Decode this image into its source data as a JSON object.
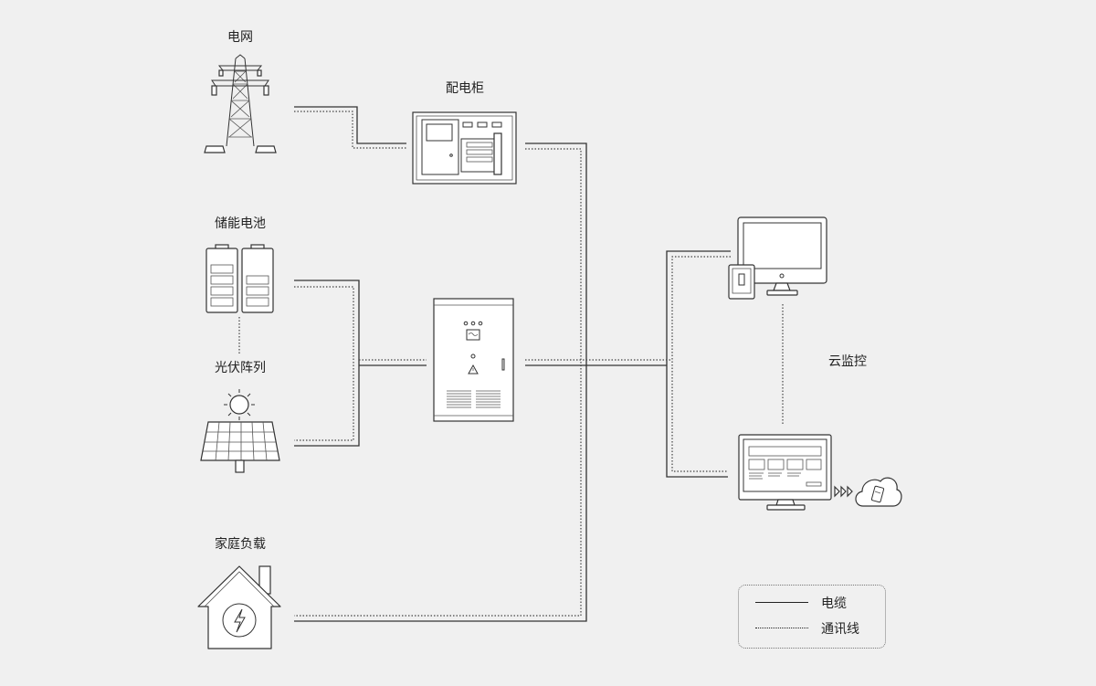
{
  "labels": {
    "grid": "电网",
    "distribution_cabinet": "配电柜",
    "battery": "储能电池",
    "pv_array": "光伏阵列",
    "home_load": "家庭负载",
    "cloud_monitor": "云监控"
  },
  "legend": {
    "cable": "电缆",
    "comm_line": "通讯线"
  }
}
